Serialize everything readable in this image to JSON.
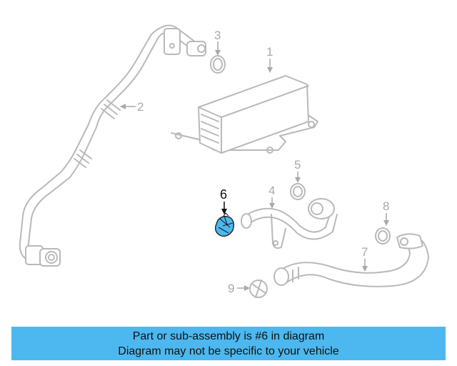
{
  "diagram": {
    "callouts": [
      {
        "id": "1",
        "label": "1"
      },
      {
        "id": "2",
        "label": "2"
      },
      {
        "id": "3",
        "label": "3"
      },
      {
        "id": "4",
        "label": "4"
      },
      {
        "id": "5",
        "label": "5"
      },
      {
        "id": "6",
        "label": "6"
      },
      {
        "id": "7",
        "label": "7"
      },
      {
        "id": "8",
        "label": "8"
      },
      {
        "id": "9",
        "label": "9"
      }
    ],
    "highlight_color": "#4db8ef",
    "part_color": "#b9b9b9"
  },
  "banner": {
    "line1": "Part or sub-assembly is #6 in diagram",
    "line2": "Diagram may not be specific to your vehicle",
    "background": "#4db8ef"
  }
}
